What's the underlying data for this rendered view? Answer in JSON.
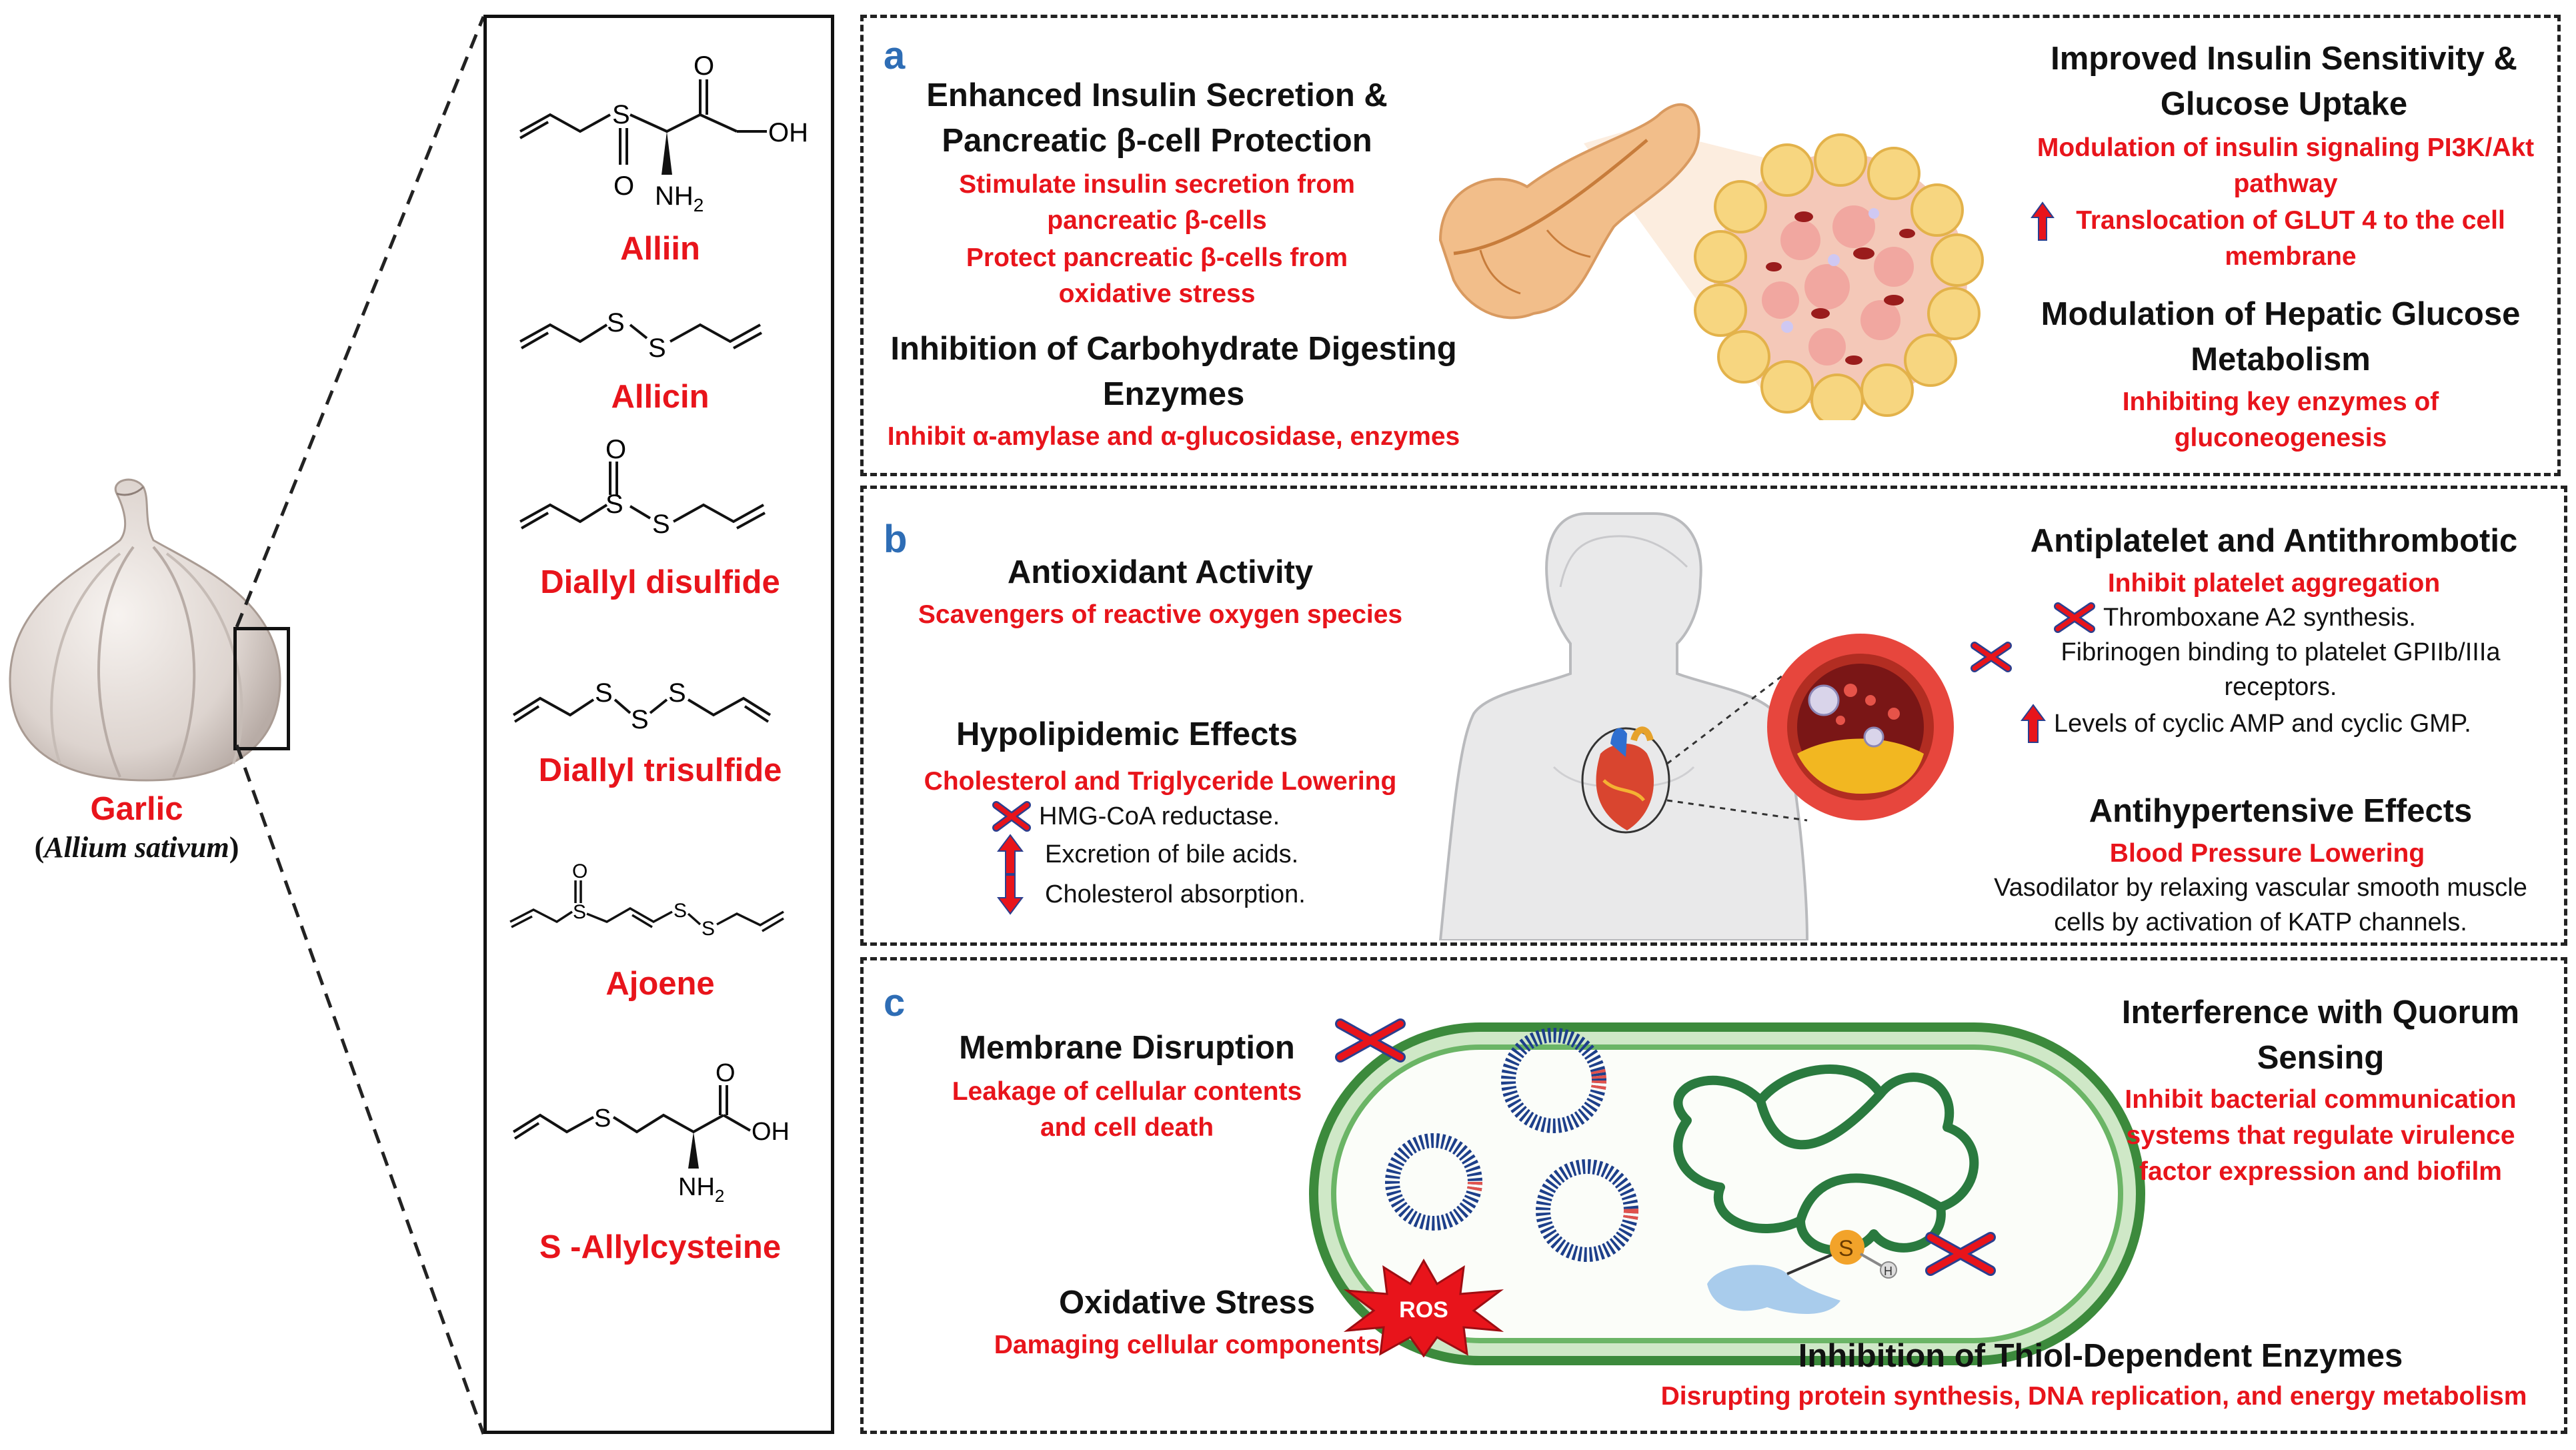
{
  "garlic": {
    "name": "Garlic",
    "latin": "Allium sativum"
  },
  "compounds": [
    "Alliin",
    "Allicin",
    "Diallyl disulfide",
    "Diallyl trisulfide",
    "Ajoene",
    "S -Allylcysteine"
  ],
  "atoms": {
    "O": "O",
    "OH": "OH",
    "NH2": "NH",
    "sub2": "2",
    "S": "S",
    "H": "H"
  },
  "panel_a": {
    "label": "a",
    "insulin_secretion": {
      "title": "Enhanced Insulin Secretion & Pancreatic β-cell Protection",
      "lines": [
        "Stimulate insulin secretion from pancreatic β-cells",
        "Protect pancreatic β-cells from oxidative stress"
      ]
    },
    "carb_enzymes": {
      "title": "Inhibition of Carbohydrate Digesting Enzymes",
      "line": "Inhibit α-amylase and α-glucosidase, enzymes"
    },
    "sensitivity": {
      "title": "Improved Insulin Sensitivity & Glucose Uptake",
      "line1": "Modulation of insulin signaling PI3K/Akt pathway",
      "line2": "Translocation of GLUT 4 to the cell membrane"
    },
    "hepatic": {
      "title": "Modulation of Hepatic Glucose Metabolism",
      "line": "Inhibiting key enzymes of gluconeogenesis"
    }
  },
  "panel_b": {
    "label": "b",
    "antioxidant": {
      "title": "Antioxidant Activity",
      "line": "Scavengers of reactive oxygen species"
    },
    "hypolipidemic": {
      "title": "Hypolipidemic Effects",
      "sub": "Cholesterol and Triglyceride Lowering",
      "items": [
        "HMG-CoA reductase.",
        "Excretion of bile acids.",
        "Cholesterol absorption."
      ]
    },
    "antiplatelet": {
      "title": "Antiplatelet and Antithrombotic",
      "sub": "Inhibit platelet aggregation",
      "items": [
        "Thromboxane A2 synthesis.",
        "Fibrinogen binding to platelet GPIIb/IIIa receptors.",
        "Levels of cyclic AMP and cyclic GMP."
      ]
    },
    "antihypertensive": {
      "title": "Antihypertensive Effects",
      "sub": "Blood Pressure Lowering",
      "line": "Vasodilator by relaxing vascular smooth muscle cells by activation of KATP channels."
    }
  },
  "panel_c": {
    "label": "c",
    "membrane": {
      "title": "Membrane Disruption",
      "line": "Leakage of cellular contents and cell death"
    },
    "quorum": {
      "title": "Interference with Quorum Sensing",
      "line": "Inhibit bacterial communication systems that regulate virulence factor expression and biofilm"
    },
    "oxidative": {
      "title": "Oxidative Stress",
      "line": "Damaging cellular components"
    },
    "thiol": {
      "title": "Inhibition of Thiol-Dependent Enzymes",
      "line": "Disrupting protein synthesis, DNA replication, and energy metabolism"
    },
    "ros": "ROS"
  }
}
